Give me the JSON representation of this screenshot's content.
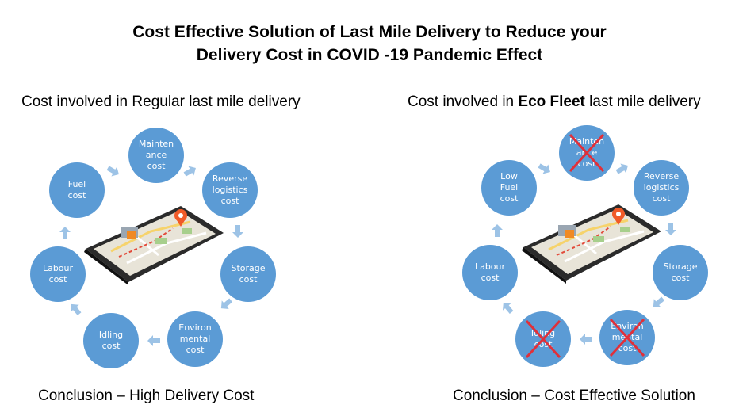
{
  "title": {
    "line1": "Cost Effective Solution of Last Mile Delivery to Reduce your",
    "line2": "Delivery Cost  in COVID -19 Pandemic Effect"
  },
  "left": {
    "heading": "Cost involved in Regular last mile delivery",
    "conclusion": "Conclusion – High Delivery Cost",
    "nodes": {
      "maintenance": [
        "Mainten",
        "ance",
        "cost"
      ],
      "reverse": [
        "Reverse",
        "logistics",
        "cost"
      ],
      "storage": [
        "Storage",
        "cost"
      ],
      "environmental": [
        "Environ",
        "mental",
        "cost"
      ],
      "idling": [
        "Idling",
        "cost"
      ],
      "labour": [
        "Labour",
        "cost"
      ],
      "fuel": [
        "Fuel",
        "cost"
      ]
    }
  },
  "right": {
    "heading_prefix": "Cost involved in ",
    "heading_bold": "Eco Fleet",
    "heading_suffix": " last mile delivery",
    "conclusion": "Conclusion – Cost Effective Solution",
    "nodes": {
      "maintenance": [
        "Mainten",
        "ance",
        "cost"
      ],
      "reverse": [
        "Reverse",
        "logistics",
        "cost"
      ],
      "storage": [
        "Storage",
        "cost"
      ],
      "environmental": [
        "Environ",
        "mental",
        "cost"
      ],
      "idling": [
        "Idling",
        "cost"
      ],
      "labour": [
        "Labour",
        "cost"
      ],
      "fuel": [
        "Low",
        "Fuel",
        "cost"
      ]
    },
    "crossed_out": [
      "maintenance",
      "environmental",
      "idling"
    ]
  },
  "colors": {
    "node": "#5b9bd5",
    "arrow": "#9dc3e6",
    "cross": "#e0303a"
  }
}
